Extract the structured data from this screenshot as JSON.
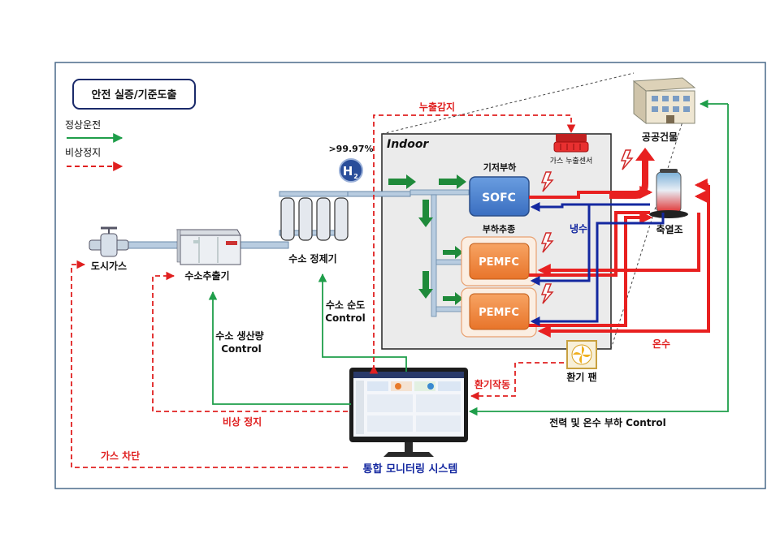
{
  "legend": {
    "title": "안전 실증/기준도출",
    "normal": "정상운전",
    "emergency": "비상정지"
  },
  "indoor_label": "Indoor",
  "purity": ">99.97%",
  "h2_symbol": "H",
  "h2_sub": "2",
  "components": {
    "city_gas": "도시가스",
    "extractor": "수소추출기",
    "purifier": "수소 정제기",
    "base_load": "기저부하",
    "sofc": "SOFC",
    "load_follow": "부하추종",
    "pemfc1": "PEMFC",
    "pemfc2": "PEMFC",
    "gas_sensor": "가스 누출센서",
    "public_building": "공공건물",
    "storage_tank": "축열조",
    "vent_fan": "환기 팬",
    "monitoring": "통합 모니터링 시스템"
  },
  "labels": {
    "leak_detect": "누출감지",
    "cold_water": "냉수",
    "hot_water": "온수",
    "vent_operation": "환기작동",
    "emergency_stop": "비상 정지",
    "gas_cutoff": "가스 차단",
    "h2_prod_1": "수소 생산량",
    "h2_prod_2": "Control",
    "h2_purity_1": "수소 순도",
    "h2_purity_2": "Control",
    "power_control": "전력 및 온수 부하 Control"
  },
  "colors": {
    "normal": "#1f9e4a",
    "emergency": "#e02020",
    "hot": "#e82020",
    "cold": "#1428a0",
    "frame": "#4a6a8a",
    "sofc": "#4a7fd0",
    "pemfc": "#f0853a"
  }
}
